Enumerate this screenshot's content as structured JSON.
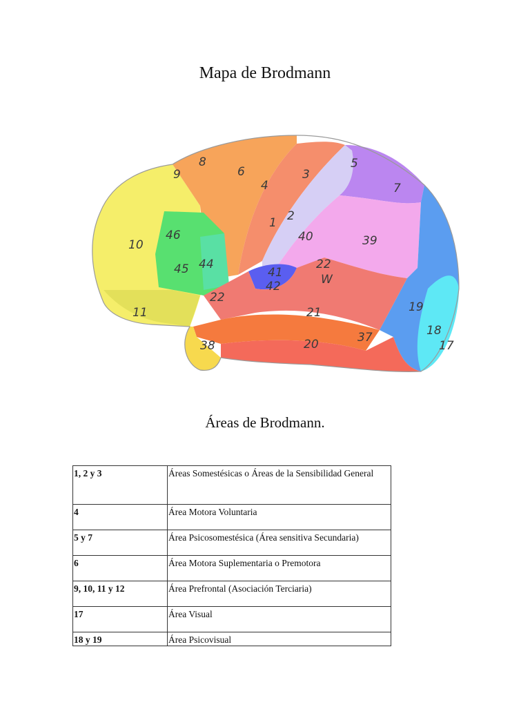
{
  "document": {
    "title": "Mapa de Brodmann",
    "subtitle": "Áreas de Brodmann."
  },
  "brain_map": {
    "area_labels": [
      "8",
      "9",
      "6",
      "5",
      "3",
      "4",
      "7",
      "1",
      "2",
      "46",
      "10",
      "40",
      "39",
      "45",
      "44",
      "22",
      "41",
      "42",
      "22",
      "W",
      "11",
      "22",
      "21",
      "19",
      "18",
      "17",
      "38",
      "37",
      "20"
    ]
  },
  "table": {
    "rows": [
      {
        "areas": "1, 2 y 3",
        "description": "Áreas Somestésicas o Áreas de la Sensibilidad General"
      },
      {
        "areas": "4",
        "description": "Área Motora Voluntaria"
      },
      {
        "areas": "5 y 7",
        "description": "Área Psicosomestésica (Área sensitiva  Secundaria)"
      },
      {
        "areas": "6",
        "description": "Área Motora Suplementaria o Premotora"
      },
      {
        "areas": "9, 10, 11 y 12",
        "description": "Área Prefrontal (Asociación Terciaria)"
      },
      {
        "areas": "17",
        "description": "Área Visual"
      },
      {
        "areas": "18 y 19",
        "description": "Área Psicovisual"
      }
    ]
  }
}
